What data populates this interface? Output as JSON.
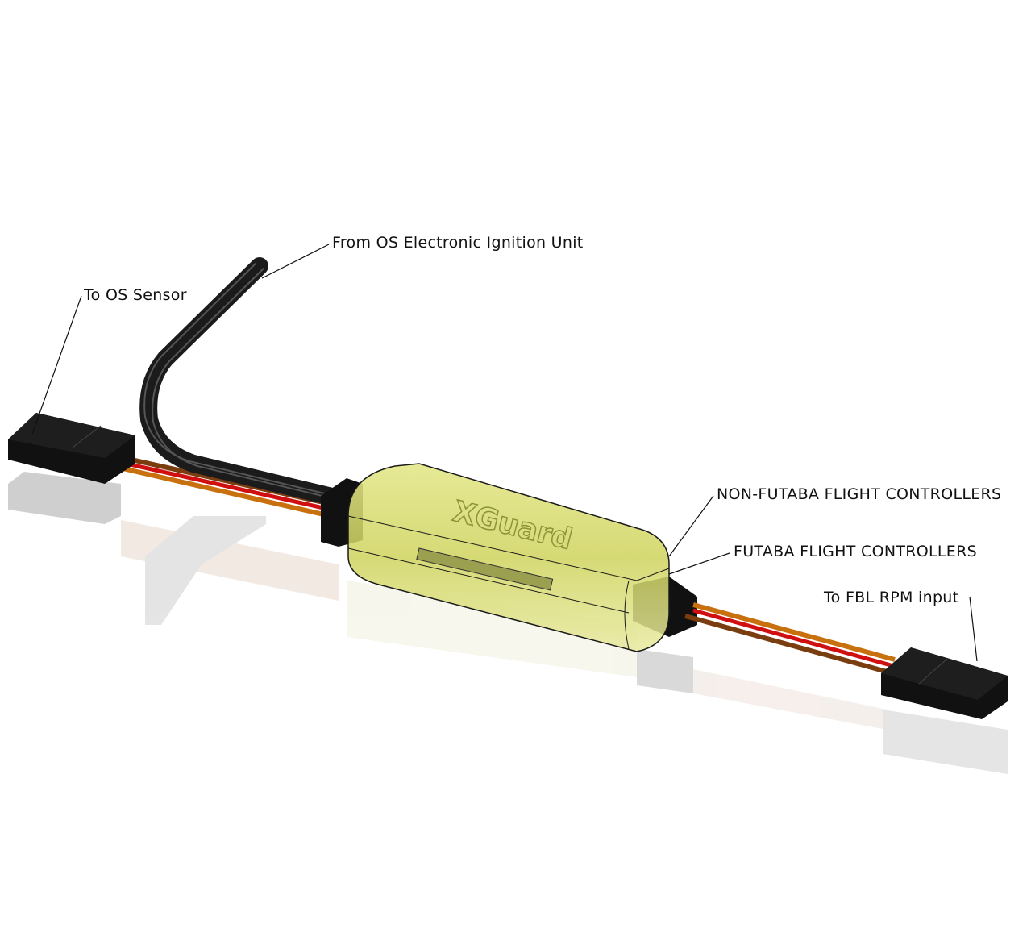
{
  "diagram": {
    "subject": "XGuard",
    "device_label": "XGuard",
    "colors": {
      "housing": "#d8dc6a",
      "housing_edge": "#1a1a1a",
      "connector": "#111111",
      "wire_black": "#1b1b1b",
      "wire_red": "#d01010",
      "wire_orange": "#c9700e",
      "wire_brown": "#7a3d10",
      "reflection": "#cccccc"
    },
    "labels": {
      "ignition": "From OS Electronic Ignition Unit",
      "sensor": "To OS Sensor",
      "non_futaba": "NON-FUTABA FLIGHT CONTROLLERS",
      "futaba": "FUTABA FLIGHT CONTROLLERS",
      "fbl": "To FBL RPM input"
    }
  }
}
